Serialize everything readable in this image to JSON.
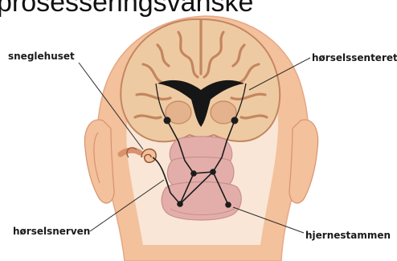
{
  "title": "prosesseringsvanske",
  "labels": {
    "cochlea": "sneglehuset",
    "auditory_cortex": "hørselssenteret",
    "auditory_nerve": "hørselsnerven",
    "brainstem": "hjernestammen"
  },
  "colors": {
    "skin": "#f3c19c",
    "skin_shadow": "#e6a884",
    "skull_light": "#f9e6d6",
    "brain": "#eecaa3",
    "brain_outline": "#c4865f",
    "ventricle": "#161616",
    "brainstem": "#e3aeaa",
    "brainstem_shadow": "#c98f8c",
    "thalamus": "#e4b28c",
    "pathway": "#1c1c1c",
    "text": "#1a1a1a"
  }
}
